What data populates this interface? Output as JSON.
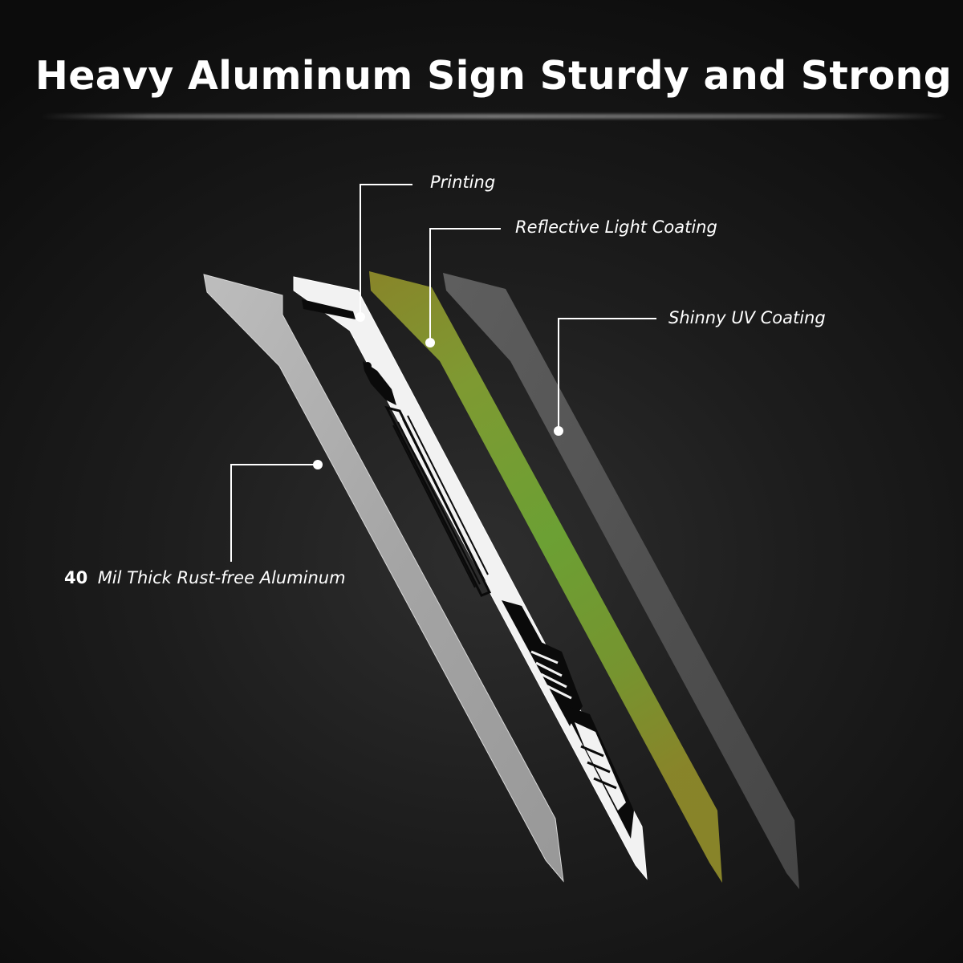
{
  "title": "Heavy Aluminum Sign Sturdy and Strong",
  "layers": {
    "printing": {
      "label": "Printing"
    },
    "reflective": {
      "label": "Reflective Light Coating"
    },
    "uv": {
      "label": "Shinny UV Coating"
    },
    "aluminum": {
      "thickness_value": "40",
      "label": "Mil Thick  Rust-free Aluminum"
    }
  },
  "colors": {
    "background": "#1d1d1d",
    "aluminum_panel": "#a7a7a7",
    "printed_panel": "#f2f2f2",
    "print_ink": "#0a0a0a",
    "reflective_panel": "#76a632",
    "reflective_edge": "#9a8e2c",
    "uv_panel": "#595959",
    "text": "#ffffff"
  }
}
